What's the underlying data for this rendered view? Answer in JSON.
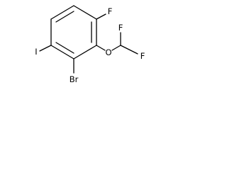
{
  "molecule": {
    "atoms": {
      "fluoro_top": "F",
      "iodo": "I",
      "bromo": "Br",
      "ether_oxygen": "O",
      "difluoro_f1": "F",
      "difluoro_f2": "F"
    }
  }
}
